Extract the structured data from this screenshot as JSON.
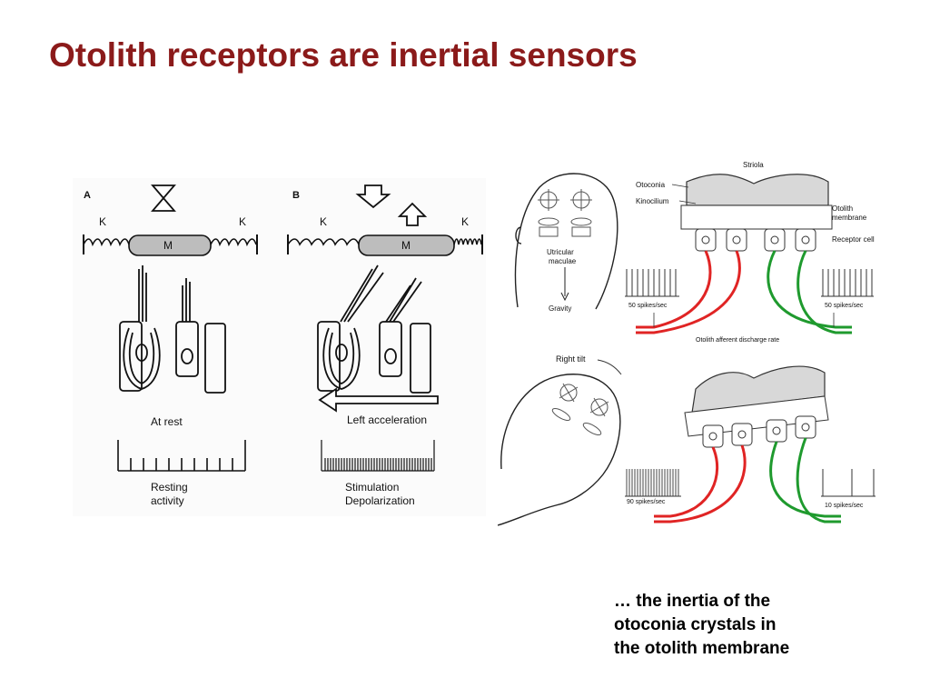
{
  "slide": {
    "title": "Otolith receptors are inertial sensors",
    "caption_lines": [
      "… the inertia of the",
      "otoconia crystals in",
      "the otolith membrane"
    ]
  },
  "panel_a": {
    "letter": "A",
    "spring_k_left": "K",
    "spring_k_right": "K",
    "mass": "M",
    "state": "At rest",
    "activity_line1": "Resting",
    "activity_line2": "activity"
  },
  "panel_b": {
    "letter": "B",
    "spring_k_left": "K",
    "spring_k_right": "K",
    "mass": "M",
    "arrow_label": "Left acceleration",
    "activity_line1": "Stimulation",
    "activity_line2": "Depolarization"
  },
  "otolith_top": {
    "striola": "Striola",
    "otoconia": "Otoconia",
    "kinocilium": "Kinocilium",
    "otolith_membrane_1": "Otolith",
    "otolith_membrane_2": "membrane",
    "receptor_cell": "Receptor cell",
    "utricular_1": "Utricular",
    "utricular_2": "maculae",
    "gravity": "Gravity",
    "rate_left": "50 spikes/sec",
    "rate_right": "50 spikes/sec",
    "discharge": "Otolith afferent discharge rate"
  },
  "otolith_bottom": {
    "right_tilt": "Right tilt",
    "rate_left": "90 spikes/sec",
    "rate_right": "10 spikes/sec"
  },
  "colors": {
    "title": "#8b1a1a",
    "afferent_red": "#e02424",
    "afferent_green": "#1f9a2e"
  }
}
